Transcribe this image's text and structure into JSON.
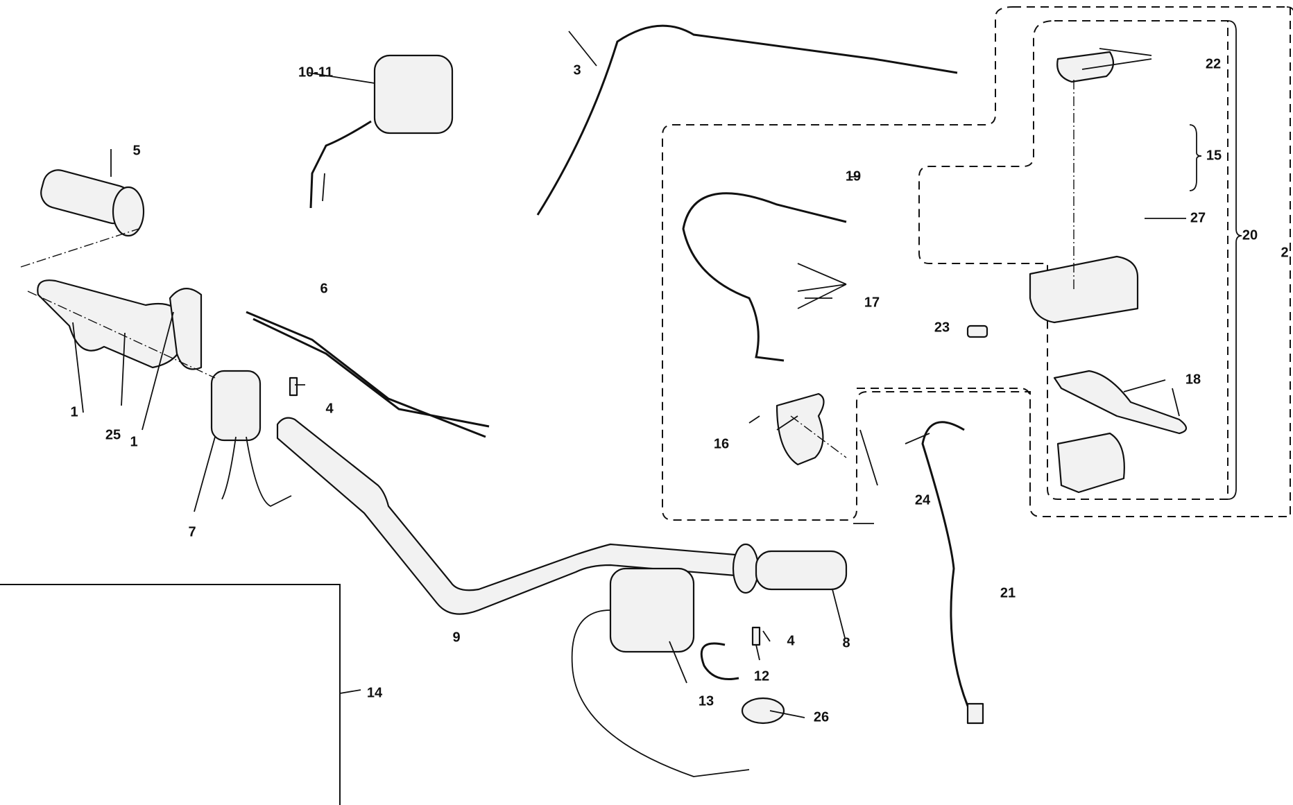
{
  "diagram": {
    "title": "Handlebar and controls exploded parts diagram",
    "callouts": [
      {
        "id": "1a",
        "text": "1"
      },
      {
        "id": "1b",
        "text": "1"
      },
      {
        "id": "2",
        "text": "2"
      },
      {
        "id": "3",
        "text": "3"
      },
      {
        "id": "4a",
        "text": "4"
      },
      {
        "id": "4b",
        "text": "4"
      },
      {
        "id": "5",
        "text": "5"
      },
      {
        "id": "6",
        "text": "6"
      },
      {
        "id": "7",
        "text": "7"
      },
      {
        "id": "8",
        "text": "8"
      },
      {
        "id": "9",
        "text": "9"
      },
      {
        "id": "10-11",
        "text": "10-11"
      },
      {
        "id": "12",
        "text": "12"
      },
      {
        "id": "13",
        "text": "13"
      },
      {
        "id": "14",
        "text": "14"
      },
      {
        "id": "15",
        "text": "15"
      },
      {
        "id": "16",
        "text": "16"
      },
      {
        "id": "17",
        "text": "17"
      },
      {
        "id": "18",
        "text": "18"
      },
      {
        "id": "19",
        "text": "19"
      },
      {
        "id": "20",
        "text": "20"
      },
      {
        "id": "21",
        "text": "21"
      },
      {
        "id": "22",
        "text": "22"
      },
      {
        "id": "23",
        "text": "23"
      },
      {
        "id": "24",
        "text": "24"
      },
      {
        "id": "25",
        "text": "25"
      },
      {
        "id": "26",
        "text": "26"
      },
      {
        "id": "27",
        "text": "27"
      }
    ]
  }
}
